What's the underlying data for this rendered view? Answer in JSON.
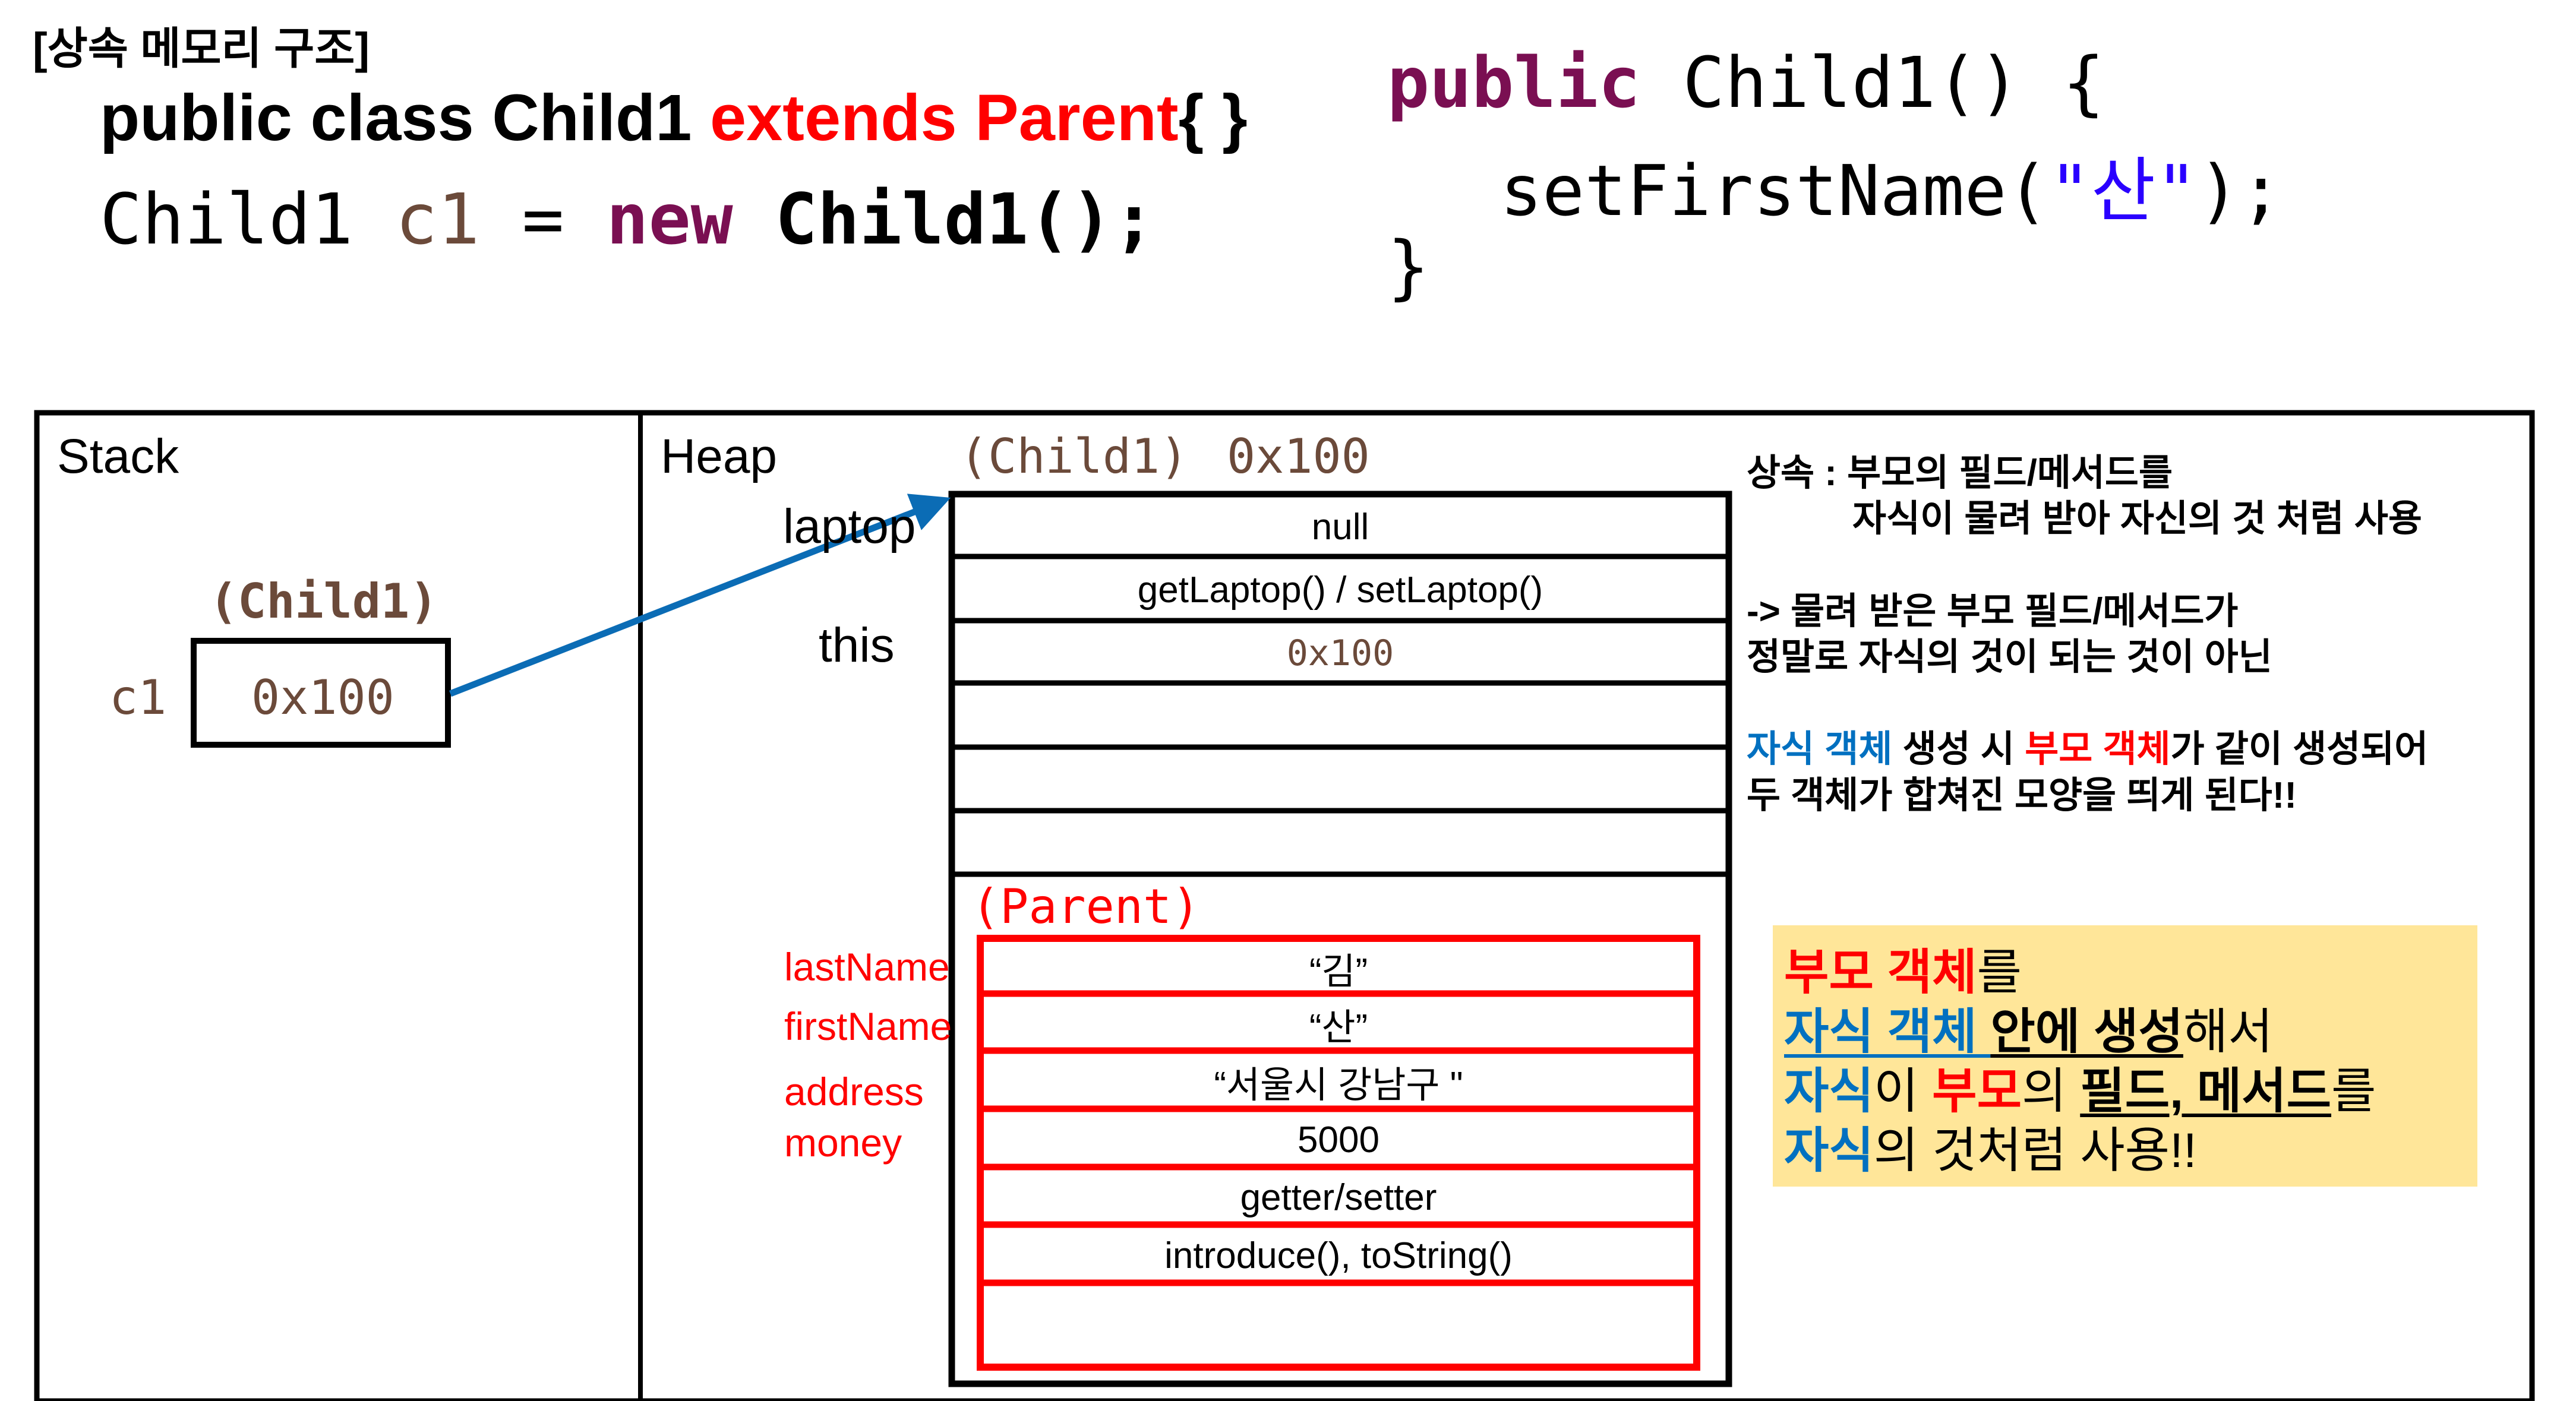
{
  "header": {
    "title": "[상속 메모리 구조]",
    "class_decl": {
      "prefix": "public class Child1 ",
      "keyword": "extends Parent",
      "suffix": "{  }"
    },
    "instantiation": {
      "type": "Child1",
      "var": "c1",
      "eq": " = ",
      "new": "new",
      "ctor": "Child1();"
    }
  },
  "constructor_code": {
    "line1_keyword": "public",
    "line1_rest": " Child1() {",
    "line2_method": "setFirstName(",
    "line2_string": "\"산\"",
    "line2_end": ");",
    "line3": "}"
  },
  "stack": {
    "label": "Stack",
    "type_label": "(Child1)",
    "var_label": "c1",
    "var_value": "0x100"
  },
  "heap": {
    "label": "Heap",
    "child_type": "(Child1)",
    "child_addr": "0x100",
    "child_field_labels": [
      "laptop",
      "this"
    ],
    "child_rows": [
      "null",
      "getLaptop() / setLaptop()",
      "0x100",
      "",
      "",
      ""
    ],
    "parent_type": "(Parent)",
    "parent_field_labels": [
      "lastName",
      "firstName",
      "address",
      "money"
    ],
    "parent_rows": [
      "“김”",
      "“산”",
      "“서울시 강남구 \"",
      "5000",
      "getter/setter",
      "introduce(), toString()",
      ""
    ]
  },
  "notes": {
    "line1": "상속 : 부모의 필드/메서드를",
    "line2": "자식이 물려 받아 자신의 것 처럼 사용",
    "line3": "-> 물려 받은 부모 필드/메서드가",
    "line4": "정말로 자식의 것이 되는 것이 아닌",
    "line5": {
      "child": "자식 객체",
      "mid": " 생성 시 ",
      "parent": "부모 객체",
      "end": "가 같이 생성되어"
    },
    "line6": "두 객체가 합쳐진 모양을 띄게 된다!!"
  },
  "summary_box": {
    "l1_a": "부모 객체",
    "l1_b": "를",
    "l2_a": "자식 객체 ",
    "l2_b": "안에 생성",
    "l2_c": "해서",
    "l3_a": "자식",
    "l3_b": "이 ",
    "l3_c": "부모",
    "l3_d": "의 ",
    "l3_e": "필드, 메서드",
    "l3_f": "를",
    "l4_a": "자식",
    "l4_b": "의 것처럼 사용!!",
    "bg_color": "#ffe699"
  },
  "colors": {
    "red": "#ff0000",
    "blue": "#0070c0",
    "arrow": "#0b6cb5",
    "keyword": "#7a0f52",
    "var": "#6b4a3a"
  }
}
